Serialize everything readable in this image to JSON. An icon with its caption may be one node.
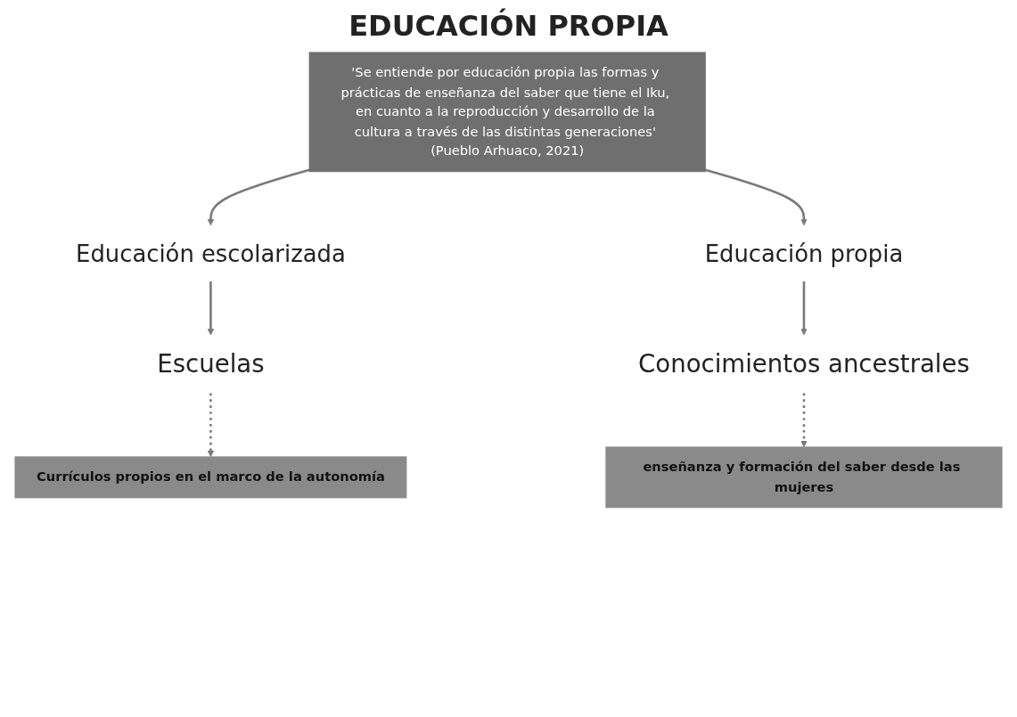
{
  "diagram": {
    "title": "EDUCACIÓN PROPIA",
    "nodes": [
      {
        "text": [
          "'Se entiende por educación propia las formas y prácticas de enseñanza del saber que tiene el Iku, en cuanto a la reproducción y desarrollo de la cultura a través de las distintas generaciones' (Pueblo Arhuaco, 2021)"
        ]
      },
      {
        "text": [
          "Educación escolarizada"
        ]
      },
      {
        "text": [
          "Educación propia"
        ]
      },
      {
        "text": [
          "Escuelas"
        ]
      },
      {
        "text": [
          "Conocimientos ancestrales"
        ]
      },
      {
        "text": [
          "Currículos propios en el marco de la autonomía"
        ]
      },
      {
        "text": [
          "enseñanza y formación del saber desde las mujeres"
        ]
      }
    ],
    "edges": [
      {
        "from": 0,
        "to": 1,
        "arrow": "to"
      },
      {
        "from": 0,
        "to": 2,
        "arrow": "to"
      },
      {
        "from": 1,
        "to": 3,
        "arrow": "to"
      },
      {
        "from": 2,
        "to": 4,
        "arrow": "to"
      },
      {
        "from": 3,
        "to": 5,
        "arrow": "to",
        "style": "dashed"
      },
      {
        "from": 4,
        "to": 6,
        "arrow": "to",
        "style": "dashed"
      }
    ]
  }
}
